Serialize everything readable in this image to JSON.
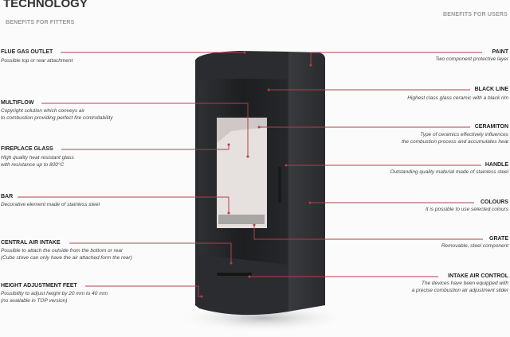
{
  "title": "TECHNOLOGY",
  "fitters_heading": "BENEFITS FOR FITTERS",
  "users_heading": "BENEFITS FOR USERS",
  "left": [
    {
      "title": "FLUE GAS OUTLET",
      "desc": [
        "Possible top or rear attachment"
      ]
    },
    {
      "title": "MULTIFLOW",
      "desc": [
        "Copyright solution which conveys air",
        "to combustion providing perfect fire controllability"
      ]
    },
    {
      "title": "FIREPLACE GLASS",
      "desc": [
        "High quality heat resistant glass",
        "with resistance up to 800°C"
      ]
    },
    {
      "title": "BAR",
      "desc": [
        "Decorative element made of stainless steel"
      ]
    },
    {
      "title": "CENTRAL AIR INTAKE",
      "desc": [
        "Possible to attach the outside from the bottom or rear",
        "(Cube stove can only have the air attached form the rear)"
      ]
    },
    {
      "title": "HEIGHT ADJUSTMENT FEET",
      "desc": [
        "Possibility to adjust height by 20 mm to 40 mm",
        "(no available in TOP version)"
      ]
    }
  ],
  "right": [
    {
      "title": "PAINT",
      "desc": [
        "Two component protective layer"
      ]
    },
    {
      "title": "BLACK LINE",
      "desc": [
        "Highest class glass ceramic with a black rim"
      ]
    },
    {
      "title": "CERAMITON",
      "desc": [
        "Type of ceramics effectively influences",
        "the combustion process and accumulates heat"
      ]
    },
    {
      "title": "HANDLE",
      "desc": [
        "Outstanding quality material made of stainless steel"
      ]
    },
    {
      "title": "COLOURS",
      "desc": [
        "It is possible to use selected colours"
      ]
    },
    {
      "title": "GRATE",
      "desc": [
        "Removable, steel component"
      ]
    },
    {
      "title": "INTAKE AIR CONTROL",
      "desc": [
        "The devices have been equipped with",
        "a precise combustion air adjustment slider"
      ]
    }
  ],
  "colors": {
    "accent": "#b0404e",
    "stove": "#2a2b2e"
  }
}
